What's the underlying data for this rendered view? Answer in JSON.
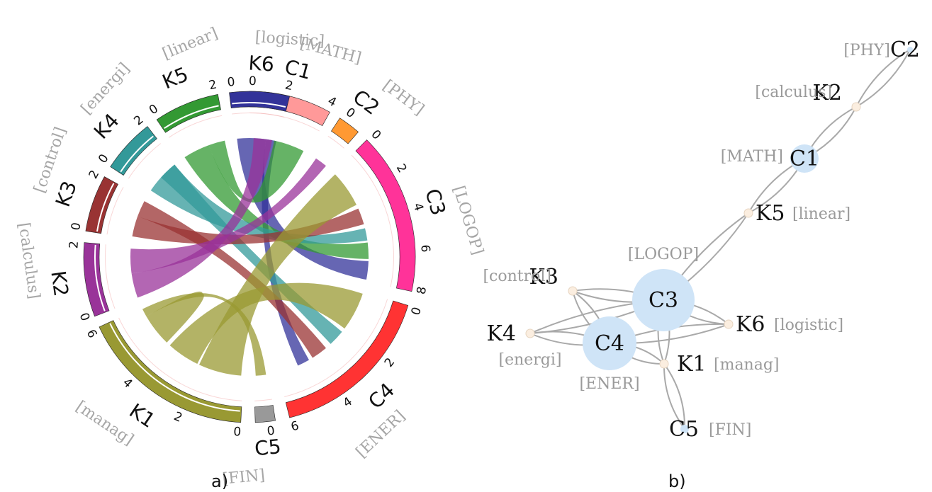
{
  "panels": {
    "a": "a)",
    "b": "b)"
  },
  "chord": {
    "segments": [
      {
        "id": "C1",
        "tag": "[MATH]",
        "color": "#ff9999",
        "ticks": [
          "0",
          "4"
        ]
      },
      {
        "id": "C2",
        "tag": "[PHY]",
        "color": "#ff9933",
        "ticks": [
          "0"
        ]
      },
      {
        "id": "C3",
        "tag": "[LOGOP]",
        "color": "#ff3399",
        "ticks": [
          "0",
          "2",
          "4",
          "6",
          "8"
        ]
      },
      {
        "id": "C4",
        "tag": "[ENER]",
        "color": "#ff3333",
        "ticks": [
          "0",
          "2",
          "4",
          "6"
        ]
      },
      {
        "id": "C5",
        "tag": "[FIN]",
        "color": "#999999",
        "ticks": [
          "0"
        ]
      },
      {
        "id": "K1",
        "tag": "[manag]",
        "color": "#999933",
        "ticks": [
          "0",
          "2",
          "4",
          "6"
        ]
      },
      {
        "id": "K2",
        "tag": "[calculus]",
        "color": "#993399",
        "ticks": [
          "0",
          "2"
        ]
      },
      {
        "id": "K3",
        "tag": "[control]",
        "color": "#993333",
        "ticks": [
          "0",
          "2"
        ]
      },
      {
        "id": "K4",
        "tag": "[energi]",
        "color": "#339999",
        "ticks": [
          "0",
          "2"
        ]
      },
      {
        "id": "K5",
        "tag": "[linear]",
        "color": "#339933",
        "ticks": [
          "0",
          "2"
        ]
      },
      {
        "id": "K6",
        "tag": "[logistic]",
        "color": "#333399",
        "ticks": [
          "0",
          "2"
        ]
      }
    ]
  },
  "network": {
    "nodes": [
      {
        "id": "C2",
        "tag": "[PHY]"
      },
      {
        "id": "K2",
        "tag": "[calculus]"
      },
      {
        "id": "C1",
        "tag": "[MATH]"
      },
      {
        "id": "K5",
        "tag": "[linear]"
      },
      {
        "id": "C3",
        "tag": "[LOGOP]"
      },
      {
        "id": "K3",
        "tag": "[control]"
      },
      {
        "id": "K6",
        "tag": "[logistic]"
      },
      {
        "id": "K4",
        "tag": "[energi]"
      },
      {
        "id": "C4",
        "tag": "[ENER]"
      },
      {
        "id": "K1",
        "tag": "[manag]"
      },
      {
        "id": "C5",
        "tag": "[FIN]"
      }
    ],
    "edges": [
      [
        "C2",
        "K2"
      ],
      [
        "K2",
        "C1"
      ],
      [
        "C1",
        "K5"
      ],
      [
        "K5",
        "C3"
      ],
      [
        "K3",
        "C3"
      ],
      [
        "K3",
        "C4"
      ],
      [
        "K4",
        "C3"
      ],
      [
        "K4",
        "C4"
      ],
      [
        "C3",
        "K6"
      ],
      [
        "C4",
        "K6"
      ],
      [
        "C3",
        "K1"
      ],
      [
        "C4",
        "K1"
      ],
      [
        "K1",
        "C5"
      ]
    ]
  }
}
